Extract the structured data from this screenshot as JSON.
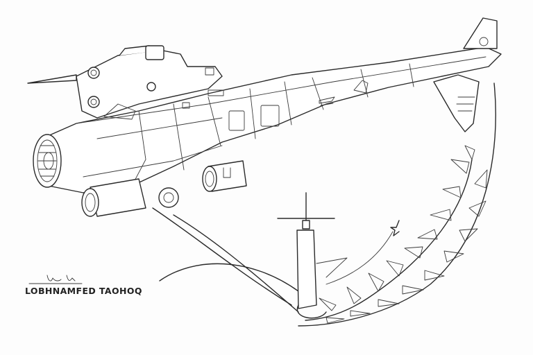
{
  "artwork": {
    "type": "line-art illustration",
    "subject": "gunship aircraft with laurel wreath, lighthouse and star emblem",
    "stroke_color": "#2a2a2a",
    "background_color": "#fdfdfd"
  },
  "caption": {
    "text": "LOBHNAMFED TAOHOQ",
    "signature": "signature scribble"
  }
}
